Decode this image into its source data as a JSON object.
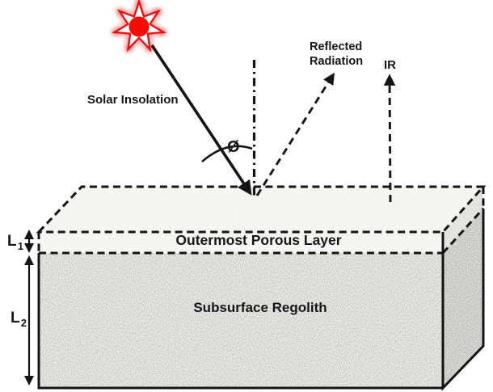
{
  "diagram": {
    "rays": {
      "solar": {
        "label": "Solar Insolation"
      },
      "reflected": {
        "label_line1": "Reflected",
        "label_line2": "Radiation"
      },
      "ir": {
        "label": "IR"
      },
      "angle": {
        "symbol": "Ø"
      }
    },
    "layers": {
      "porous": {
        "label": "Outermost Porous Layer",
        "thickness": {
          "base": "L",
          "sub": "1"
        }
      },
      "regolith": {
        "label": "Subsurface Regolith",
        "thickness": {
          "base": "L",
          "sub": "2"
        }
      }
    },
    "colors": {
      "sun_red": "#e8100c",
      "sun_core": "#f40b06",
      "ink": "#141414",
      "top_face": "#f0efec",
      "front_porous": "#efeeea",
      "side_porous": "#c6c5c0",
      "front_regolith": "#b3b2af",
      "side_regolith": "#9c9b97"
    }
  }
}
